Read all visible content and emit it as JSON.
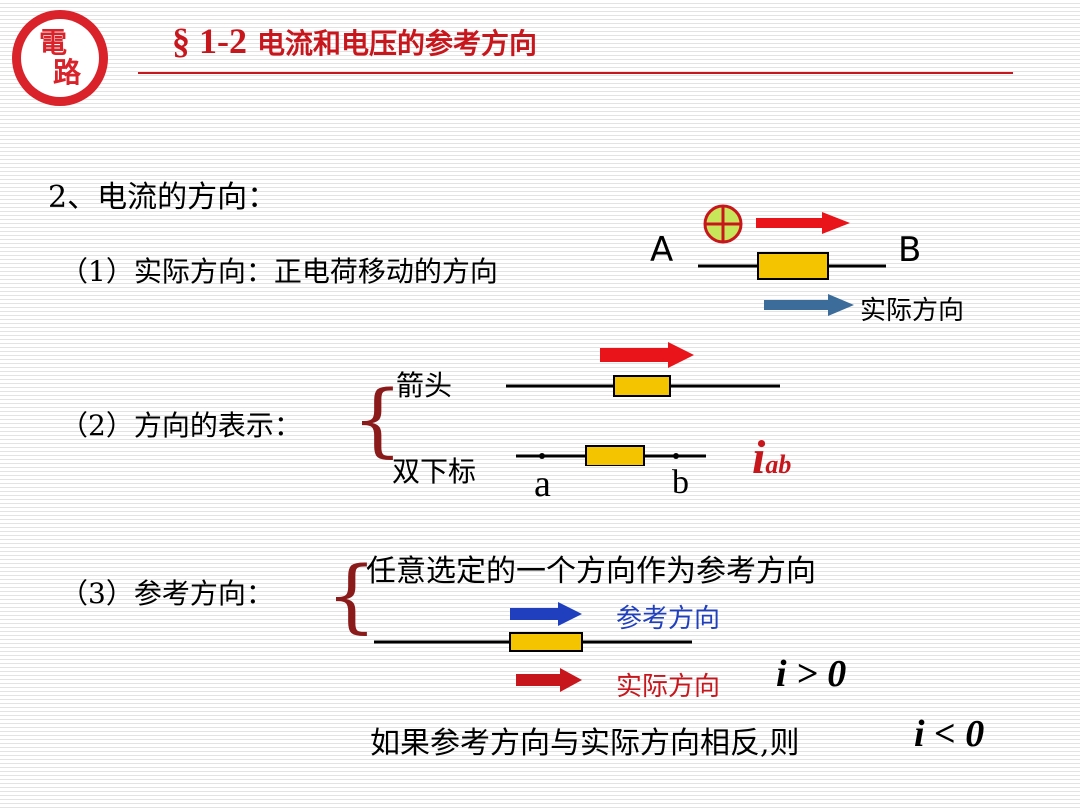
{
  "header": {
    "section_symbol": "§ 1-2",
    "title": "电流和电压的参考方向",
    "logo_chars": [
      "電",
      "路"
    ]
  },
  "section_heading": "2、电流的方向：",
  "item1": {
    "label": "（1）实际方向：正电荷移动的方向",
    "node_a": "A",
    "node_b": "B",
    "arrow_caption": "实际方向"
  },
  "item2": {
    "label": "（2）方向的表示：",
    "option_arrow": "箭头",
    "option_subscript": "双下标",
    "node_a": "a",
    "node_b": "b",
    "symbol_main": "i",
    "symbol_sub": "ab"
  },
  "item3": {
    "label": "（3）参考方向：",
    "definition": "任意选定的一个方向作为参考方向",
    "ref_caption": "参考方向",
    "actual_caption": "实际方向",
    "positive_relation": "i > 0",
    "conclusion": "如果参考方向与实际方向相反,则",
    "negative_relation": "i < 0"
  },
  "colors": {
    "accent_red": "#c8161d",
    "arrow_red": "#e8141a",
    "arrow_blue": "#1f3fbf",
    "arrow_steel": "#3b6c9a",
    "resistor_fill": "#f5c400",
    "charge_fill": "#c8e65a"
  }
}
